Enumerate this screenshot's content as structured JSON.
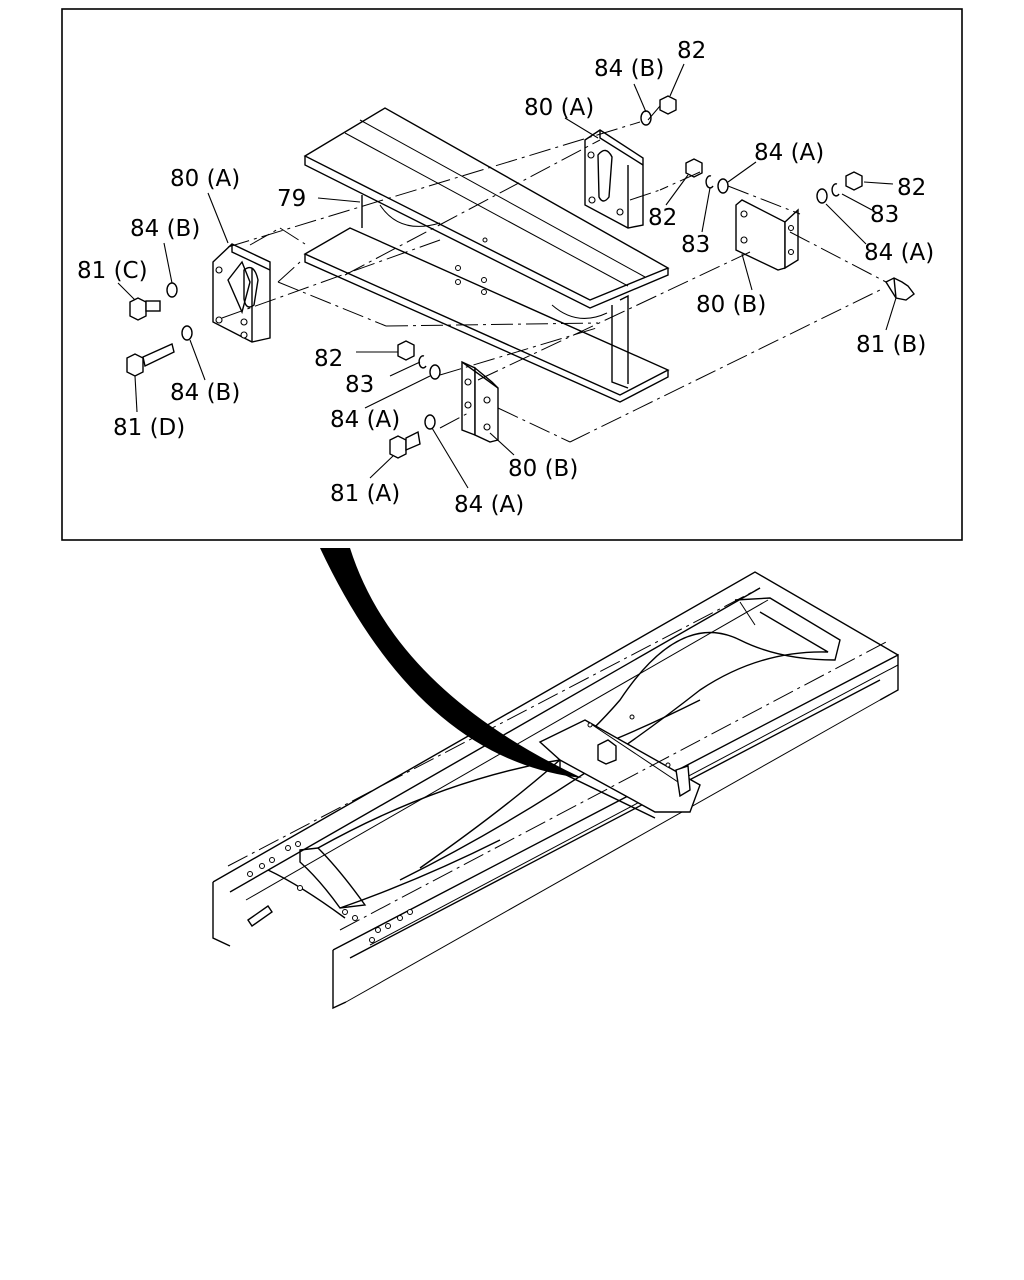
{
  "callouts": {
    "c84b_top": "84 (B)",
    "c82_top": "82",
    "c80a_top": "80 (A)",
    "c84a_right": "84 (A)",
    "c82_right": "82",
    "c82_mid": "82",
    "c83_right": "83",
    "c83_mid": "83",
    "c84a_right2": "84 (A)",
    "c80b_right": "80 (B)",
    "c81b": "81 (B)",
    "c80a_left": "80 (A)",
    "c79": "79",
    "c84b_left": "84 (B)",
    "c81c": "81 (C)",
    "c84b_left2": "84 (B)",
    "c81d": "81 (D)",
    "c82_low": "82",
    "c83_low": "83",
    "c84a_low": "84 (A)",
    "c81a": "81 (A)",
    "c84a_bottom": "84 (A)",
    "c80b_low": "80 (B)"
  }
}
